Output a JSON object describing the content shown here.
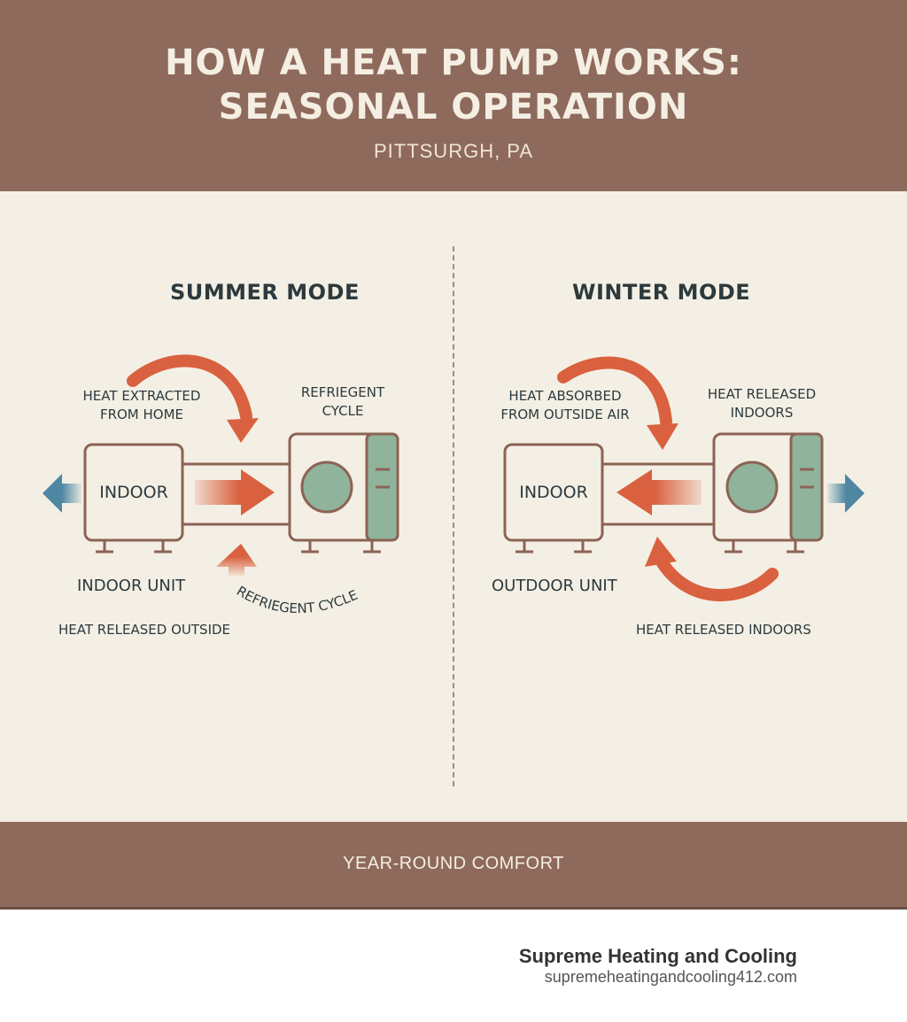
{
  "header": {
    "title_line1": "HOW A HEAT PUMP WORKS:",
    "title_line2": "SEASONAL OPERATION",
    "subtitle": "PITTSURGH, PA"
  },
  "summer": {
    "title": "SUMMER MODE",
    "heat_extracted_line1": "HEAT EXTRACTED",
    "heat_extracted_line2": "FROM HOME",
    "refrigerant_line1": "REFRIEGENT",
    "refrigerant_line2": "CYCLE",
    "indoor_label": "INDOOR",
    "indoor_unit": "INDOOR UNIT",
    "heat_released_outside": "HEAT RELEASED OUTSIDE",
    "curved_refrigerant": "REFRIEGENT CYCLE"
  },
  "winter": {
    "title": "WINTER MODE",
    "heat_absorbed_line1": "HEAT ABSORBED",
    "heat_absorbed_line2": "FROM OUTSIDE AIR",
    "heat_released_line1": "HEAT RELEASED",
    "heat_released_line2": "INDOORS",
    "indoor_label": "INDOOR",
    "outdoor_unit": "OUTDOOR UNIT",
    "heat_released_indoors": "HEAT RELEASED INDOORS"
  },
  "footer": {
    "tagline": "YEAR-ROUND COMFORT"
  },
  "brand": {
    "name": "Supreme Heating and Cooling",
    "url": "supremeheatingandcooling412.com"
  },
  "colors": {
    "band": "#8e6a5c",
    "background": "#f4efe4",
    "heat_arrow": "#d9613f",
    "cool_arrow": "#4f87a3",
    "unit_outline": "#8c6355",
    "fan_fill": "#8fb49b"
  }
}
